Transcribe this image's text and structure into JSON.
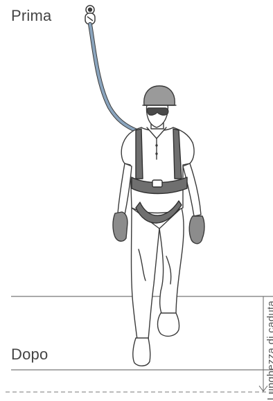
{
  "labels": {
    "before": "Prima",
    "after": "Dopo",
    "fall_length": "Lunghezza di caduta"
  },
  "colors": {
    "lanyard": "#8aa4bd",
    "stroke": "#3a3a3a",
    "helmet": "#9a9a9a",
    "glove": "#8c8c8c",
    "harness": "#6f6f6f",
    "line": "#555555"
  },
  "icons": [
    "anchor-connector-icon",
    "arrow-down-icon"
  ]
}
